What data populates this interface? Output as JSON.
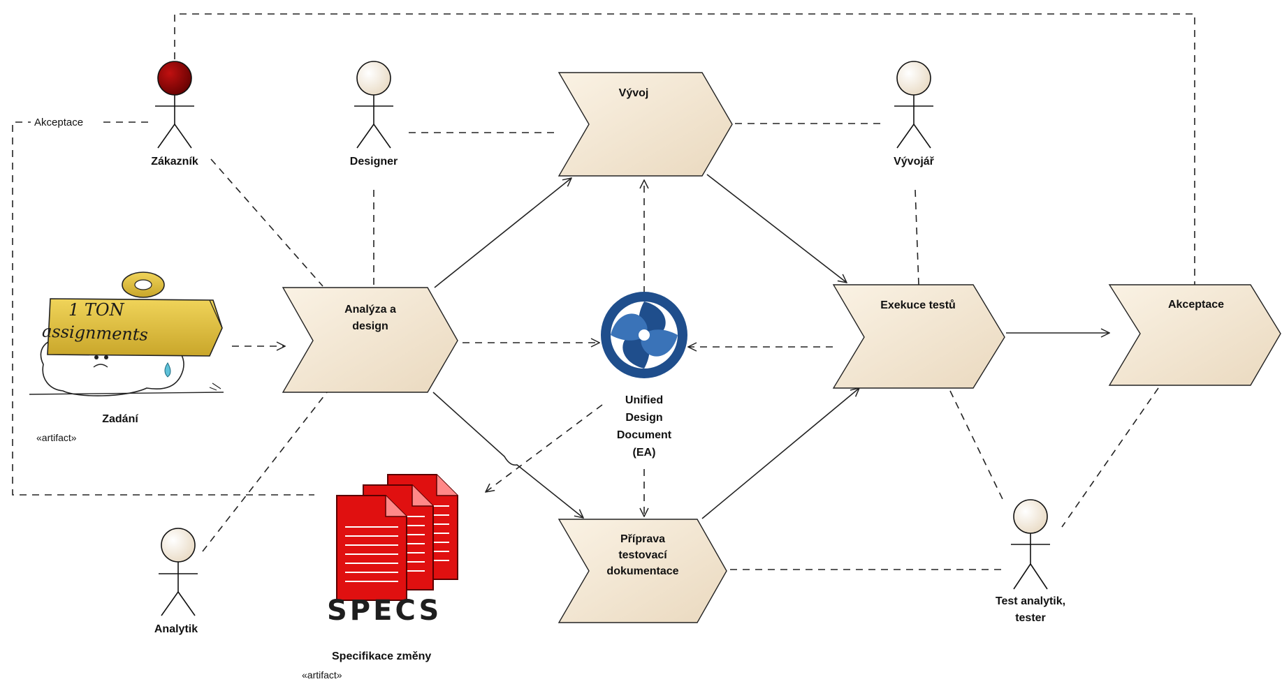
{
  "actors": {
    "customer": "Zákazník",
    "designer": "Designer",
    "developer": "Vývojář",
    "analyst": "Analytik",
    "tester_line1": "Test analytik,",
    "tester_line2": "tester"
  },
  "steps": {
    "analysis_line1": "Analýza a",
    "analysis_line2": "design",
    "development": "Vývoj",
    "test_prep_line1": "Příprava",
    "test_prep_line2": "testovací",
    "test_prep_line3": "dokumentace",
    "test_execution": "Exekuce testů",
    "acceptance": "Akceptace"
  },
  "artifacts": {
    "assignment_name": "Zadání",
    "assignment_stereotype": "«artifact»",
    "assignment_sketch_line1": "1 TON",
    "assignment_sketch_line2": "assignments",
    "specs_word": "SPECS",
    "specs_name": "Specifikace změny",
    "specs_stereotype": "«artifact»"
  },
  "document": {
    "line1": "Unified",
    "line2": "Design",
    "line3": "Document",
    "line4": "(EA)"
  },
  "connectors": {
    "acceptance_label": "Akceptace"
  },
  "colors": {
    "step_fill": "#f3e8d6",
    "actor_head": "#f3e8d6",
    "customer_head": "#7a0000",
    "ea_logo": "#1f4e8c",
    "specs_red": "#e01010"
  }
}
